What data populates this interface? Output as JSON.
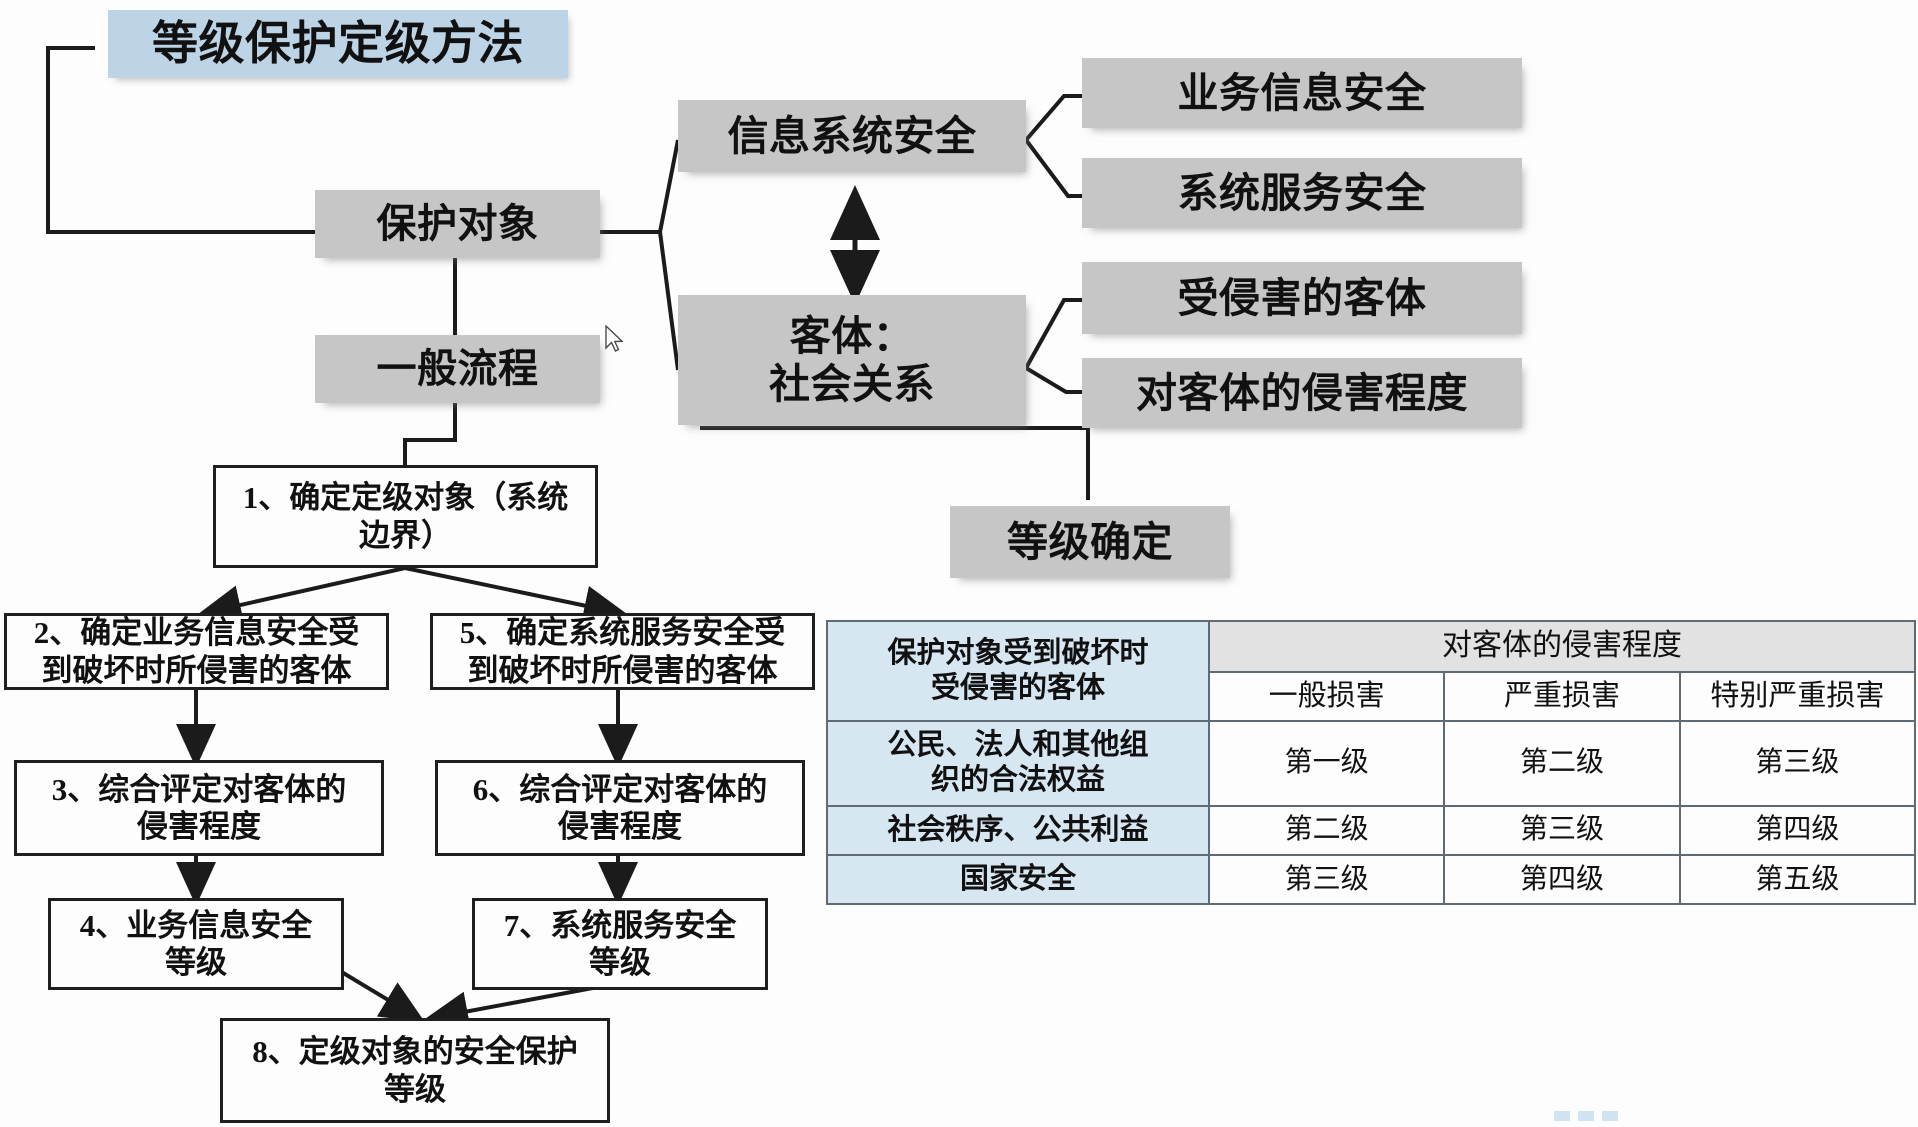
{
  "title_node": {
    "label": "等级保护定级方法"
  },
  "nodes": {
    "protect_object": "保护对象",
    "general_process": "一般流程",
    "info_system_security": "信息系统安全",
    "object_social_relation_line1": "客体：",
    "object_social_relation_line2": "社会关系",
    "business_info_security": "业务信息安全",
    "system_service_security": "系统服务安全",
    "damaged_object": "受侵害的客体",
    "damage_degree_to_object": "对客体的侵害程度",
    "grade_determination": "等级确定"
  },
  "flow": [
    {
      "id": "step1",
      "line1": "1、确定定级对象（系统",
      "line2": "边界）"
    },
    {
      "id": "step2",
      "line1": "2、确定业务信息安全受",
      "line2": "到破坏时所侵害的客体"
    },
    {
      "id": "step5",
      "line1": "5、确定系统服务安全受",
      "line2": "到破坏时所侵害的客体"
    },
    {
      "id": "step3",
      "line1": "3、综合评定对客体的",
      "line2": "侵害程度"
    },
    {
      "id": "step6",
      "line1": "6、综合评定对客体的",
      "line2": "侵害程度"
    },
    {
      "id": "step4",
      "line1": "4、业务信息安全",
      "line2": "等级"
    },
    {
      "id": "step7",
      "line1": "7、系统服务安全",
      "line2": "等级"
    },
    {
      "id": "step8",
      "line1": "8、定级对象的安全保护",
      "line2": "等级"
    }
  ],
  "table": {
    "corner_header_line1": "保护对象受到破坏时",
    "corner_header_line2": "受侵害的客体",
    "group_header": "对客体的侵害程度",
    "sub_headers": [
      "一般损害",
      "严重损害",
      "特别严重损害"
    ],
    "rows": [
      {
        "label_line1": "公民、法人和其他组",
        "label_line2": "织的合法权益",
        "cells": [
          "第一级",
          "第二级",
          "第三级"
        ]
      },
      {
        "label_line1": "社会秩序、公共利益",
        "label_line2": "",
        "cells": [
          "第二级",
          "第三级",
          "第四级"
        ]
      },
      {
        "label_line1": "国家安全",
        "label_line2": "",
        "cells": [
          "第三级",
          "第四级",
          "第五级"
        ]
      }
    ]
  },
  "colors": {
    "title_fill": "#bcd4e6",
    "node_fill": "#c6c6c6",
    "table_label_fill": "#d7e7f2",
    "table_group_fill": "#e2e2e2",
    "line": "#1b1b1b"
  }
}
